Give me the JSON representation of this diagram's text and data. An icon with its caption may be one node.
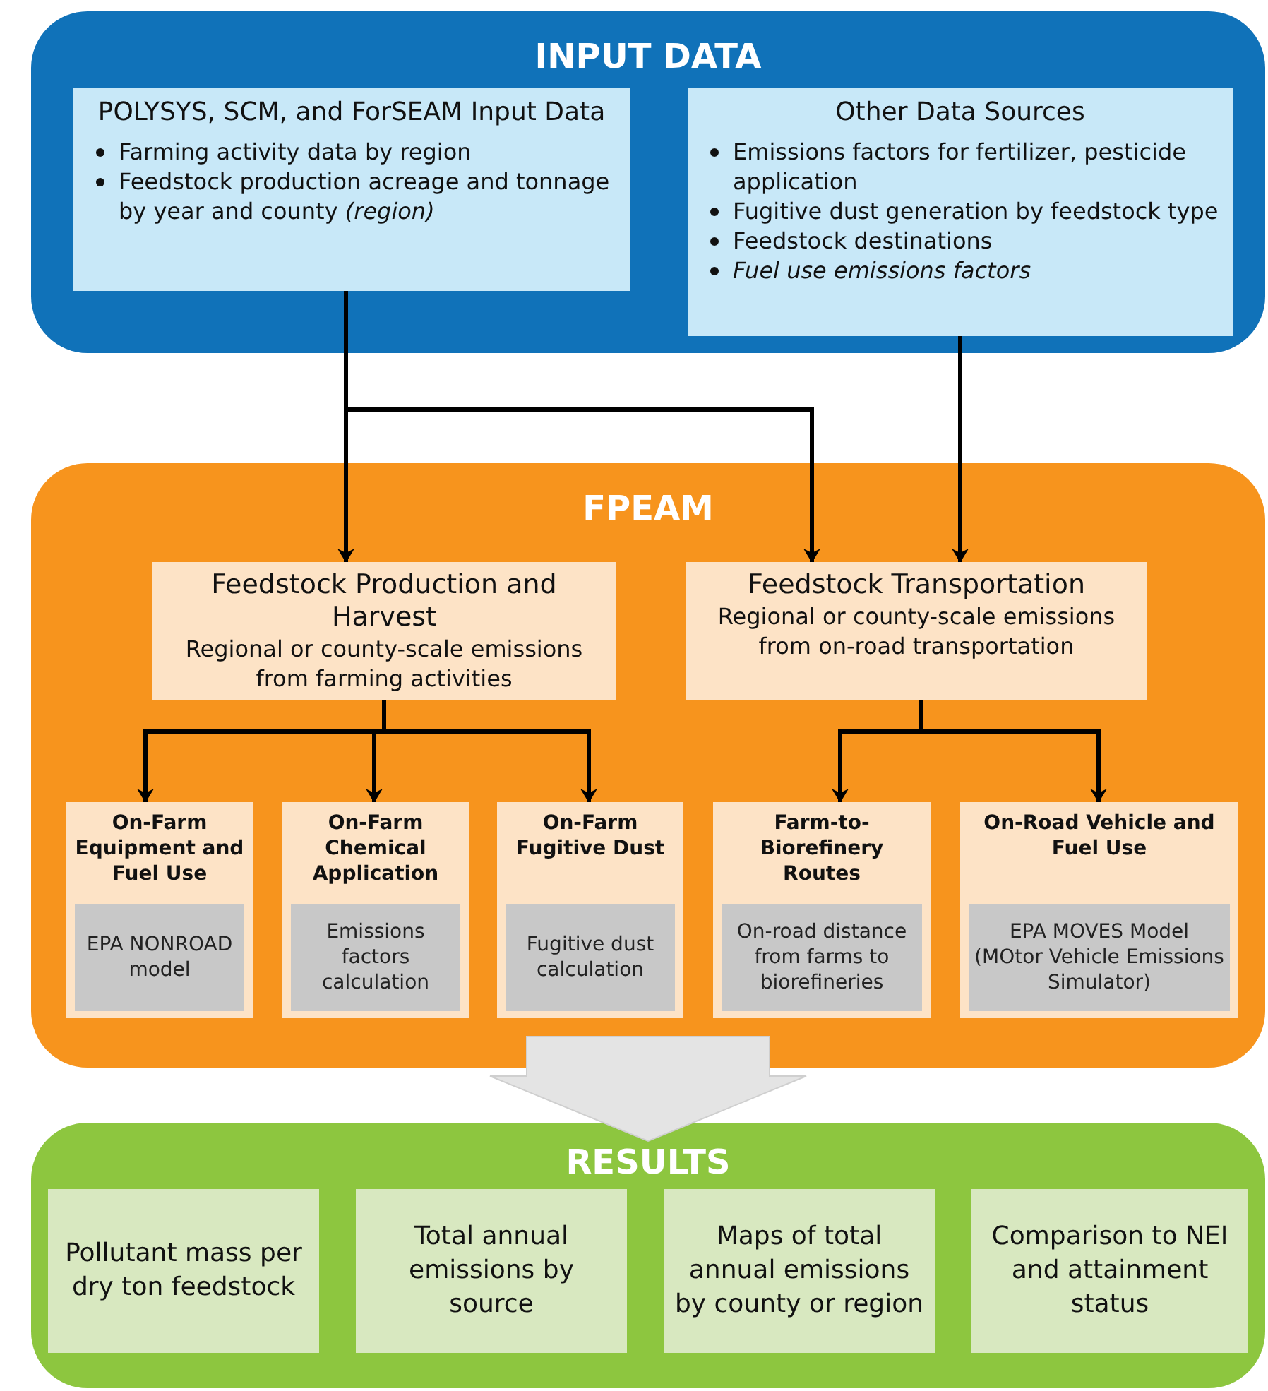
{
  "diagram": {
    "nodes": [
      {
        "text": [
          "INPUT DATA"
        ]
      },
      {
        "text": [
          "POLYSYS, SCM, and ForSEAM Input Data",
          "Farming activity data by region",
          "Feedstock production acreage and tonnage by year and county *(region)*"
        ],
        "in": 0
      },
      {
        "text": [
          "Other Data Sources",
          "Emissions factors for fertilizer, pesticide application",
          "Fugitive dust generation by feedstock type",
          "Feedstock destinations",
          "*Fuel use emissions factors*"
        ],
        "in": 0
      },
      {
        "text": [
          "FPEAM"
        ]
      },
      {
        "text": [
          "Feedstock Production and Harvest",
          "Regional or county-scale emissions from farming activities"
        ],
        "in": 3
      },
      {
        "text": [
          "Feedstock Transportation",
          "Regional or county-scale emissions from on-road transportation"
        ],
        "in": 3
      },
      {
        "text": [
          "On-Farm Equipment and Fuel Use"
        ],
        "in": 3
      },
      {
        "text": [
          "EPA NONROAD model"
        ],
        "in": 6
      },
      {
        "text": [
          "On-Farm Chemical Application"
        ],
        "in": 3
      },
      {
        "text": [
          "Emissions factors calculation"
        ],
        "in": 8
      },
      {
        "text": [
          "On-Farm Fugitive Dust"
        ],
        "in": 3
      },
      {
        "text": [
          "Fugitive dust calculation"
        ],
        "in": 10
      },
      {
        "text": [
          "Farm-to-Biorefinery Routes"
        ],
        "in": 3
      },
      {
        "text": [
          "On-road distance from farms to biorefineries"
        ],
        "in": 12
      },
      {
        "text": [
          "On-Road Vehicle and Fuel Use"
        ],
        "in": 3
      },
      {
        "text": [
          "EPA MOVES Model (MOtor Vehicle Emissions Simulator)"
        ],
        "in": 14
      },
      {
        "text": [
          "RESULTS"
        ]
      },
      {
        "text": [
          "Pollutant mass per dry ton feedstock"
        ],
        "in": 16
      },
      {
        "text": [
          "Total annual emissions by source"
        ],
        "in": 16
      },
      {
        "text": [
          "Maps of total annual emissions by county or region"
        ],
        "in": 16
      },
      {
        "text": [
          "Comparison to NEI and attainment status"
        ],
        "in": 16
      }
    ],
    "edges": [
      {
        "from": 1,
        "to": 4,
        "arrow": "to"
      },
      {
        "from": 1,
        "to": 5,
        "arrow": "to"
      },
      {
        "from": 2,
        "to": 5,
        "arrow": "to"
      },
      {
        "from": 4,
        "to": 6,
        "arrow": "to"
      },
      {
        "from": 4,
        "to": 8,
        "arrow": "to"
      },
      {
        "from": 4,
        "to": 10,
        "arrow": "to"
      },
      {
        "from": 5,
        "to": 12,
        "arrow": "to"
      },
      {
        "from": 5,
        "to": 14,
        "arrow": "to"
      },
      {
        "from": 3,
        "to": 16,
        "arrow": "to",
        "style": "thick",
        "color": "#e4e4e4"
      }
    ]
  }
}
